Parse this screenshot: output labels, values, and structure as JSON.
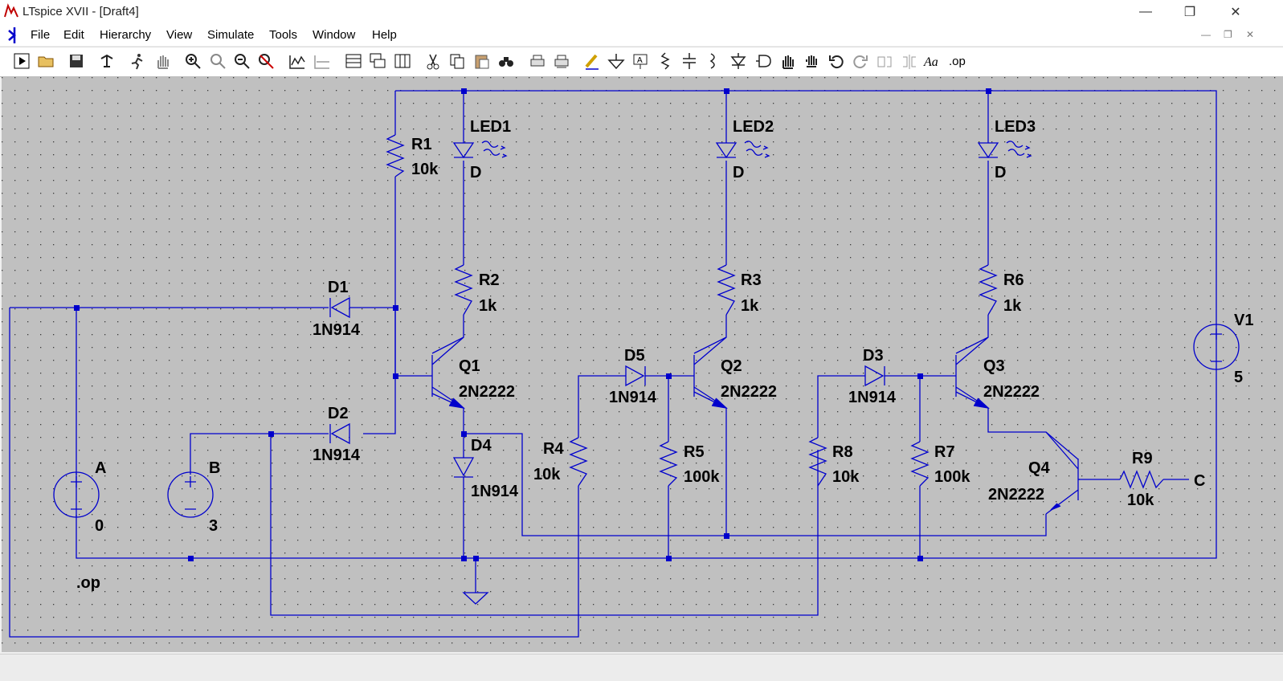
{
  "window": {
    "title": "LTspice XVII - [Draft4]"
  },
  "menu": [
    "File",
    "Edit",
    "Hierarchy",
    "View",
    "Simulate",
    "Tools",
    "Window",
    "Help"
  ],
  "toolbar_icons": [
    "run-icon",
    "open-icon",
    "save-icon",
    "control-panel-icon",
    "halt-icon",
    "pan-icon",
    "zoom-in-icon",
    "zoom-full-icon",
    "zoom-out-icon",
    "zoom-cancel-icon",
    "waveform-icon",
    "autorange-icon",
    "tile-horizontal-icon",
    "cascade-icon",
    "tile-vertical-icon",
    "cut-icon",
    "copy-icon",
    "paste-icon",
    "find-icon",
    "print-setup-icon",
    "print-icon",
    "wire-icon",
    "ground-icon",
    "label-net-icon",
    "resistor-icon",
    "capacitor-icon",
    "inductor-icon",
    "diode-icon",
    "component-icon",
    "move-icon",
    "drag-icon",
    "undo-icon",
    "redo-icon",
    "rotate-icon",
    "mirror-icon",
    "text-icon",
    "spice-directive-icon"
  ],
  "toolbar_text": {
    "text_tool": "Aa",
    "op_tool": ".op"
  },
  "colors": {
    "wire": "#0000cc",
    "canvas": "#c0c0c0",
    "grid_dot": "#3a3a3a"
  },
  "schematic": {
    "components": {
      "R1": {
        "name": "R1",
        "value": "10k"
      },
      "R2": {
        "name": "R2",
        "value": "1k"
      },
      "R3": {
        "name": "R3",
        "value": "1k"
      },
      "R4": {
        "name": "R4",
        "value": "10k"
      },
      "R5": {
        "name": "R5",
        "value": "100k"
      },
      "R6": {
        "name": "R6",
        "value": "1k"
      },
      "R7": {
        "name": "R7",
        "value": "100k"
      },
      "R8": {
        "name": "R8",
        "value": "10k"
      },
      "R9": {
        "name": "R9",
        "value": "10k"
      },
      "LED1": {
        "name": "LED1",
        "value": "D"
      },
      "LED2": {
        "name": "LED2",
        "value": "D"
      },
      "LED3": {
        "name": "LED3",
        "value": "D"
      },
      "D1": {
        "name": "D1",
        "value": "1N914"
      },
      "D2": {
        "name": "D2",
        "value": "1N914"
      },
      "D3": {
        "name": "D3",
        "value": "1N914"
      },
      "D4": {
        "name": "D4",
        "value": "1N914"
      },
      "D5": {
        "name": "D5",
        "value": "1N914"
      },
      "Q1": {
        "name": "Q1",
        "value": "2N2222"
      },
      "Q2": {
        "name": "Q2",
        "value": "2N2222"
      },
      "Q3": {
        "name": "Q3",
        "value": "2N2222"
      },
      "Q4": {
        "name": "Q4",
        "value": "2N2222"
      },
      "A": {
        "name": "A",
        "value": "0"
      },
      "B": {
        "name": "B",
        "value": "3"
      },
      "V1": {
        "name": "V1",
        "value": "5"
      }
    },
    "net_labels": {
      "C": "C"
    },
    "directive": ".op"
  }
}
